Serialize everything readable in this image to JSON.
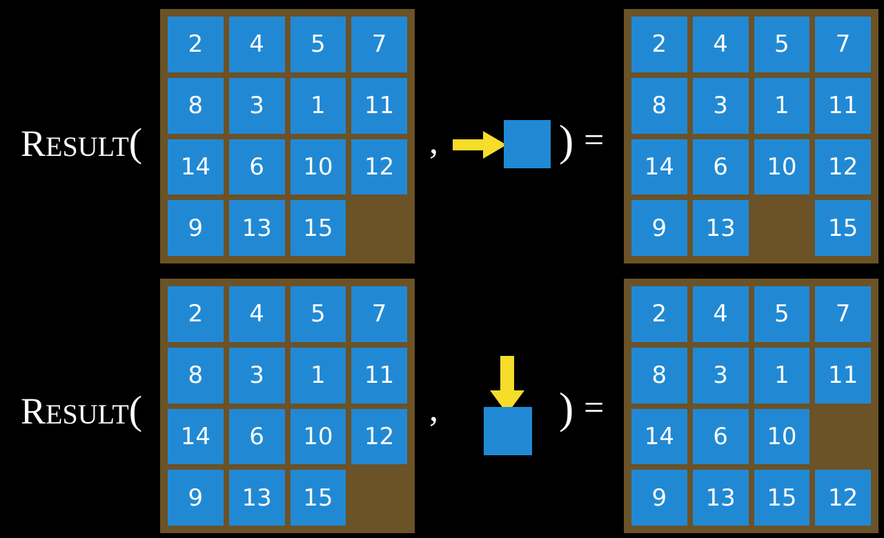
{
  "background_color": "#000000",
  "colors": {
    "tile": "#2189d4",
    "board": "#6b5227",
    "arrow": "#f5dd2a",
    "text": "#ffffff"
  },
  "rows": [
    {
      "id": "row-1",
      "label": {
        "cap": "R",
        "small": "ESULT",
        "paren_open": "("
      },
      "comma": ",",
      "paren_close": ")",
      "equals": "=",
      "action": {
        "icon": "arrow-right-icon",
        "direction": "right",
        "description": "blank tile moves right"
      },
      "input_board": {
        "name": "input-board-row-1",
        "grid": [
          [
            "2",
            "4",
            "5",
            "7"
          ],
          [
            "8",
            "3",
            "1",
            "11"
          ],
          [
            "14",
            "6",
            "10",
            "12"
          ],
          [
            "9",
            "13",
            "15",
            ""
          ]
        ]
      },
      "output_board": {
        "name": "output-board-row-1",
        "grid": [
          [
            "2",
            "4",
            "5",
            "7"
          ],
          [
            "8",
            "3",
            "1",
            "11"
          ],
          [
            "14",
            "6",
            "10",
            "12"
          ],
          [
            "9",
            "13",
            "",
            "15"
          ]
        ]
      }
    },
    {
      "id": "row-2",
      "label": {
        "cap": "R",
        "small": "ESULT",
        "paren_open": "("
      },
      "comma": ",",
      "paren_close": ")",
      "equals": "=",
      "action": {
        "icon": "arrow-down-icon",
        "direction": "down",
        "description": "blank tile moves down"
      },
      "input_board": {
        "name": "input-board-row-2",
        "grid": [
          [
            "2",
            "4",
            "5",
            "7"
          ],
          [
            "8",
            "3",
            "1",
            "11"
          ],
          [
            "14",
            "6",
            "10",
            "12"
          ],
          [
            "9",
            "13",
            "15",
            ""
          ]
        ]
      },
      "output_board": {
        "name": "output-board-row-2",
        "grid": [
          [
            "2",
            "4",
            "5",
            "7"
          ],
          [
            "8",
            "3",
            "1",
            "11"
          ],
          [
            "14",
            "6",
            "10",
            ""
          ],
          [
            "9",
            "13",
            "15",
            "12"
          ]
        ]
      }
    }
  ]
}
